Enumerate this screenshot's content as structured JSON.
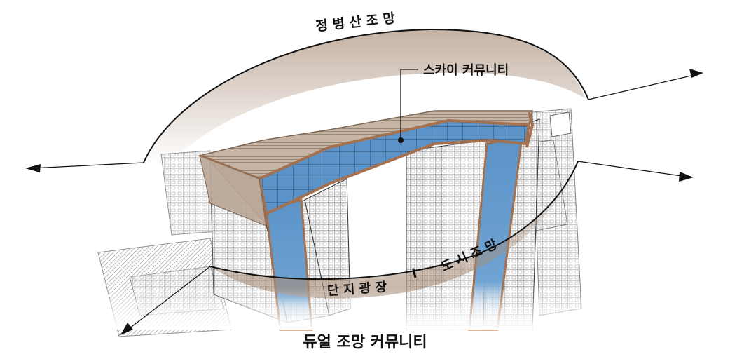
{
  "top_arc_label": "정 병 산 조 망",
  "bottom_arc_left_label": "단 지 광 장",
  "bottom_arc_divider": "l",
  "bottom_arc_right_label": "도 시 조 망",
  "callout_label": "스카이 커뮤니티",
  "caption": "듀얼 조망 커뮤니티",
  "colors": {
    "glass_blue": "#5b93c8",
    "frame_bronze": "#a3714f",
    "roof_tan": "#bfae9f",
    "arc_shadow": "#b19a87",
    "line_dark": "#111111"
  }
}
